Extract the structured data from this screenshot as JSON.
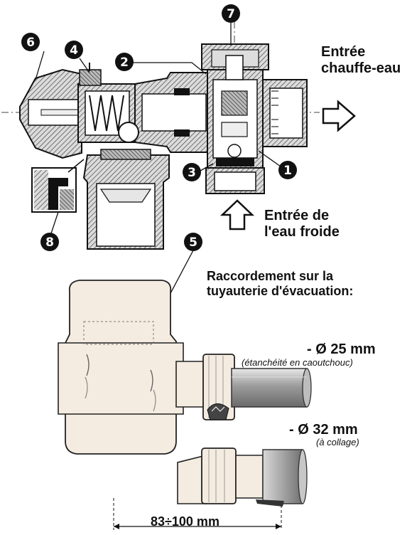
{
  "labels": {
    "entree_chauffe_eau": "Entrée\nchauffe-eau",
    "entree_eau_froide": "Entrée de\nl'eau froide",
    "raccordement": "Raccordement sur la\ntuyauterie d'évacuation:",
    "diam_25": "- Ø 25 mm",
    "diam_25_note": "(étanchéité en caoutchouc)",
    "diam_32": "- Ø 32 mm",
    "diam_32_note": "(à collage)",
    "dimension": "83÷100 mm"
  },
  "callouts": [
    "1",
    "2",
    "3",
    "4",
    "5",
    "6",
    "7",
    "8"
  ],
  "colors": {
    "line": "#111111",
    "cream": "#f4ece0",
    "hatch": "#7a7a7a",
    "pipe_grey": "#9a9a9a",
    "pipe_light": "#cfcfcf"
  },
  "icons": {
    "arrow_right": "outline-arrow-right-icon",
    "arrow_up": "outline-arrow-up-icon"
  }
}
